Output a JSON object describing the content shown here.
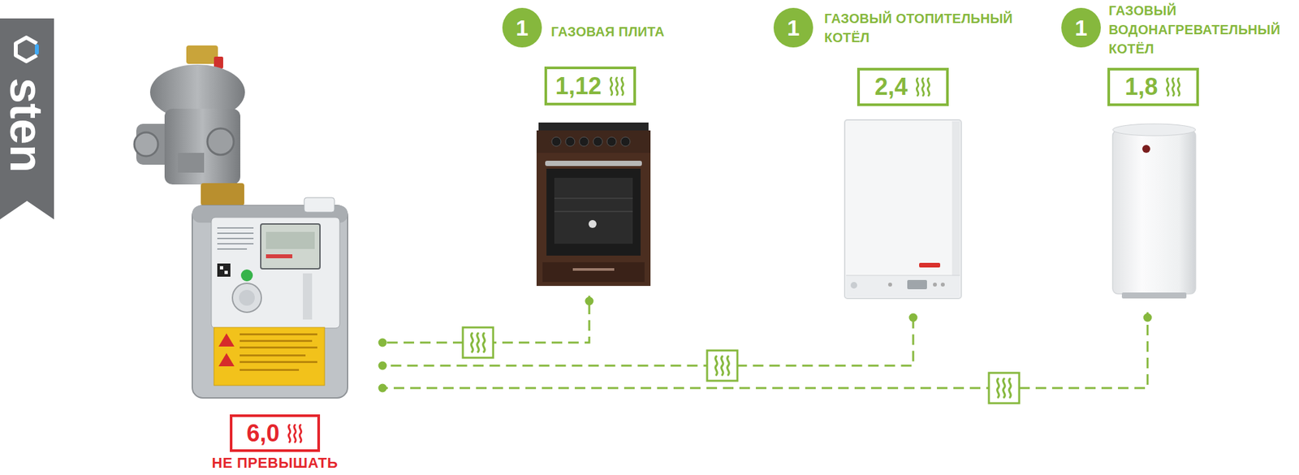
{
  "diagram": {
    "nodes": [
      {
        "text": [
          "6,0",
          "НЕ ПРЕВЫШАТЬ"
        ]
      },
      {
        "text": [
          "1",
          "ГАЗОВАЯ ПЛИТА"
        ]
      },
      {
        "text": [
          "1,12"
        ]
      },
      {
        "text": [
          "1",
          "ГАЗОВЫЙ ОТОПИТЕЛЬНЫЙ КОТЁЛ"
        ]
      },
      {
        "text": [
          "2,4"
        ]
      },
      {
        "text": [
          "1",
          "ГАЗОВЫЙ ВОДОНАГРЕВАТЕЛЬНЫЙ КОТЁЛ"
        ]
      },
      {
        "text": [
          "1,8"
        ]
      }
    ],
    "edges": [
      {
        "from": 0,
        "to": 2,
        "arrow": "none"
      },
      {
        "from": 0,
        "to": 4,
        "arrow": "none"
      },
      {
        "from": 0,
        "to": 6,
        "arrow": "none"
      }
    ],
    "labels": [
      "sten"
    ]
  }
}
